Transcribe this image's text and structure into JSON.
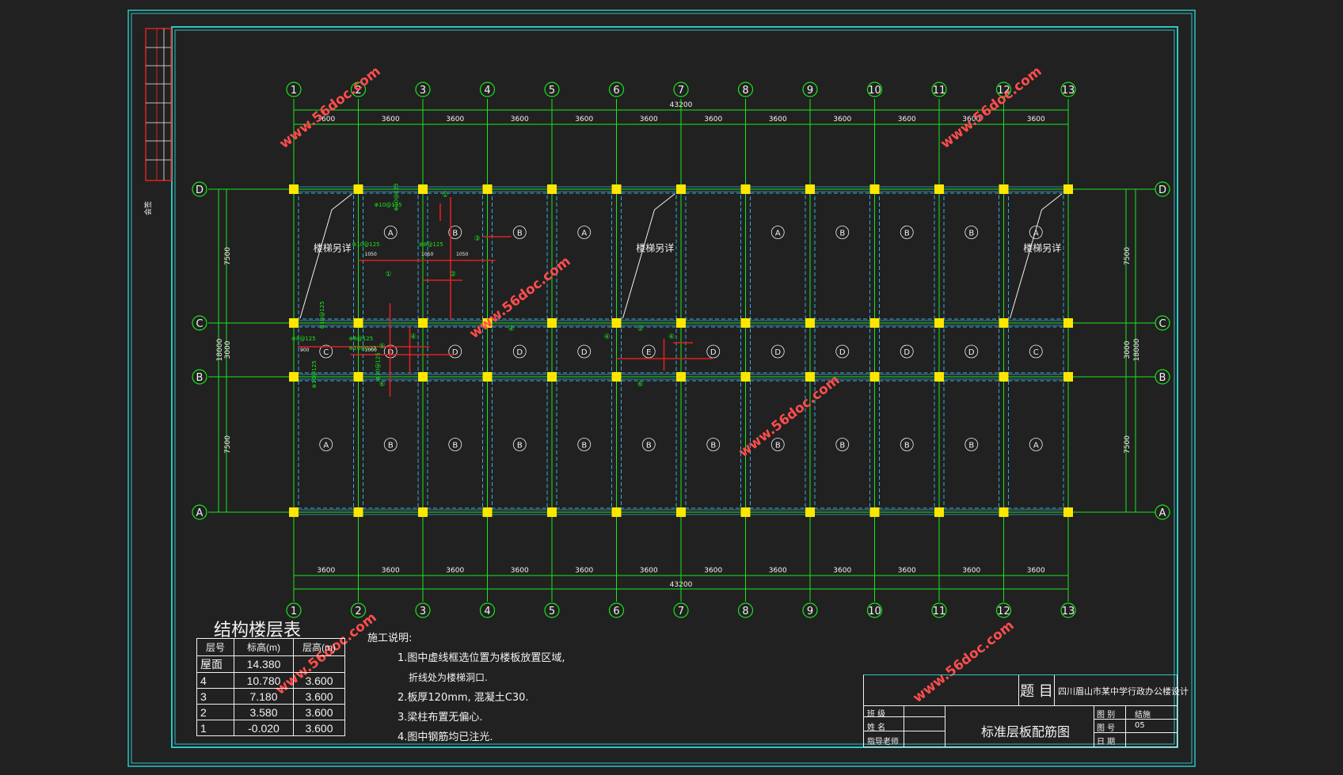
{
  "colors": {
    "background": "#212121",
    "frame_cyan": "#2ec4c4",
    "grid_green": "#19e619",
    "column_yellow": "#ffe600",
    "rebar_red": "#e02020",
    "slab_dash": "#3aa9d9",
    "text_white": "#f2f2f2",
    "watermark": "#ff4d4d",
    "sheet_red": "#e02020"
  },
  "axes": {
    "numbers": [
      "1",
      "2",
      "3",
      "4",
      "5",
      "6",
      "7",
      "8",
      "9",
      "10",
      "11",
      "12",
      "13"
    ],
    "letters": [
      "D",
      "C",
      "B",
      "A"
    ]
  },
  "dimensions": {
    "bay": "3600",
    "total": "43200",
    "left_vertical": [
      "7500",
      "3000",
      "7500"
    ],
    "left_overall": "18000",
    "right_vertical": [
      "7500",
      "3000",
      "7500"
    ],
    "right_overall": "18000"
  },
  "slab_labels": {
    "row_DC": [
      "A",
      "B",
      "B",
      "A",
      "",
      "A",
      "B",
      "B",
      "B",
      "A"
    ],
    "row_CB": [
      "C",
      "D",
      "D",
      "D",
      "D",
      "E",
      "D",
      "D",
      "D",
      "D",
      "D",
      "C"
    ],
    "row_BA": [
      "A",
      "B",
      "B",
      "B",
      "B",
      "B",
      "B",
      "B",
      "B",
      "B",
      "B",
      "A"
    ]
  },
  "stair_label": "楼梯另详",
  "rebar_marks": {
    "spec": "⊕10@125",
    "spec2": "⊕8@125",
    "len_a": "1050",
    "len_b": "1000",
    "len_c": "900",
    "circled": [
      "①",
      "②",
      "③",
      "④",
      "⑤",
      "⑥"
    ]
  },
  "watermark_text": "www.56doc.com",
  "storey_table": {
    "title": "结构楼层表",
    "headers": [
      "层号",
      "标高(m)",
      "层高(m)"
    ],
    "rows": [
      [
        "屋面",
        "14.380",
        ""
      ],
      [
        "4",
        "10.780",
        "3.600"
      ],
      [
        "3",
        "7.180",
        "3.600"
      ],
      [
        "2",
        "3.580",
        "3.600"
      ],
      [
        "1",
        "-0.020",
        "3.600"
      ]
    ]
  },
  "notes": {
    "heading": "施工说明:",
    "items": [
      "1.图中虚线框选位置为楼板放置区域,",
      "折线处为楼梯洞口.",
      "2.板厚120mm, 混凝土C30.",
      "3.梁柱布置无偏心.",
      "4.图中钢筋均已注光."
    ]
  },
  "title_block": {
    "subject_label": "题  目",
    "subject": "四川眉山市某中学行政办公楼设计",
    "rows_left": [
      "班  级",
      "姓  名",
      "指导老师"
    ],
    "drawing_name": "标准层板配筋图",
    "rows_right_labels": [
      "图  别",
      "图  号",
      "日  期"
    ],
    "rows_right_values": [
      "结施",
      "05",
      ""
    ]
  },
  "side_stamp": "会签"
}
